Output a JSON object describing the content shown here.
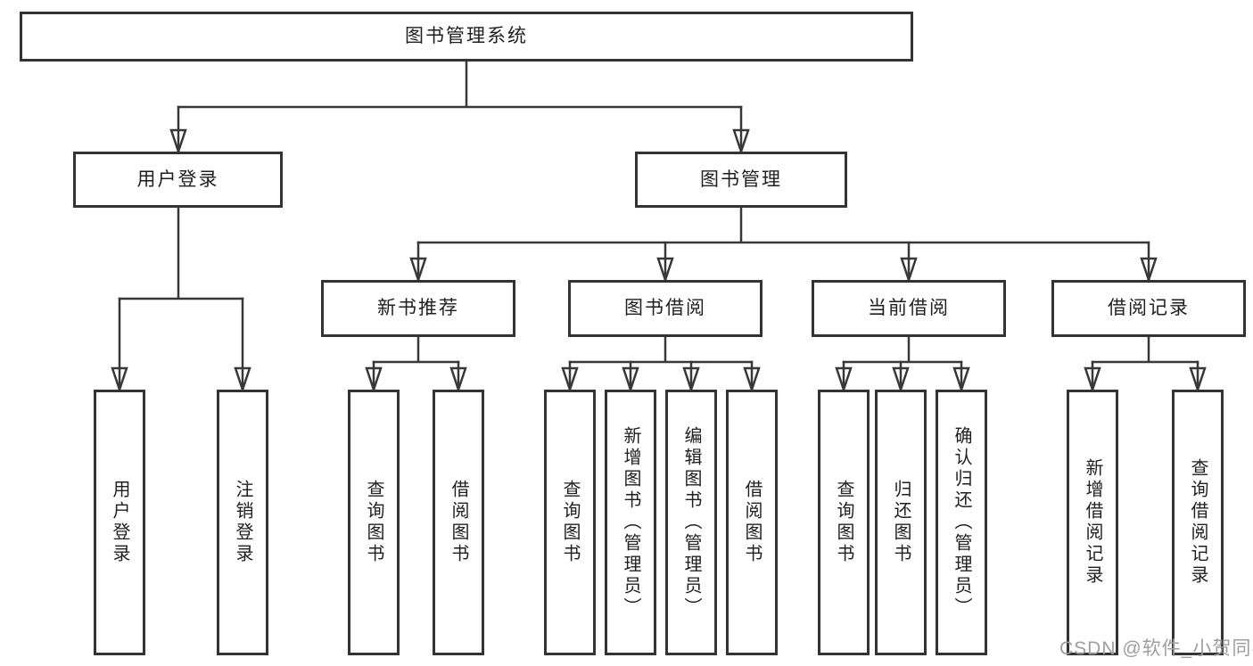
{
  "tree": {
    "root": {
      "label": "图书管理系统"
    },
    "branches": [
      {
        "label": "用户登录",
        "children": [
          {
            "label": "用户登录"
          },
          {
            "label": "注销登录"
          }
        ]
      },
      {
        "label": "图书管理",
        "children": [
          {
            "label": "新书推荐",
            "children": [
              {
                "label": "查询图书"
              },
              {
                "label": "借阅图书"
              }
            ]
          },
          {
            "label": "图书借阅",
            "children": [
              {
                "label": "查询图书"
              },
              {
                "label": "新增图书（管理员）"
              },
              {
                "label": "编辑图书（管理员）"
              },
              {
                "label": "借阅图书"
              }
            ]
          },
          {
            "label": "当前借阅",
            "children": [
              {
                "label": "查询图书"
              },
              {
                "label": "归还图书"
              },
              {
                "label": "确认归还（管理员）"
              }
            ]
          },
          {
            "label": "借阅记录",
            "children": [
              {
                "label": "新增借阅记录"
              },
              {
                "label": "查询借阅记录"
              }
            ]
          }
        ]
      }
    ]
  },
  "watermark": {
    "text": "CSDN @软件_小贺同学"
  },
  "colors": {
    "background": "#ffffff",
    "line": "#383838",
    "box_border": "#333333",
    "text": "#1f1f1f",
    "watermark": "#9e9e9e"
  }
}
